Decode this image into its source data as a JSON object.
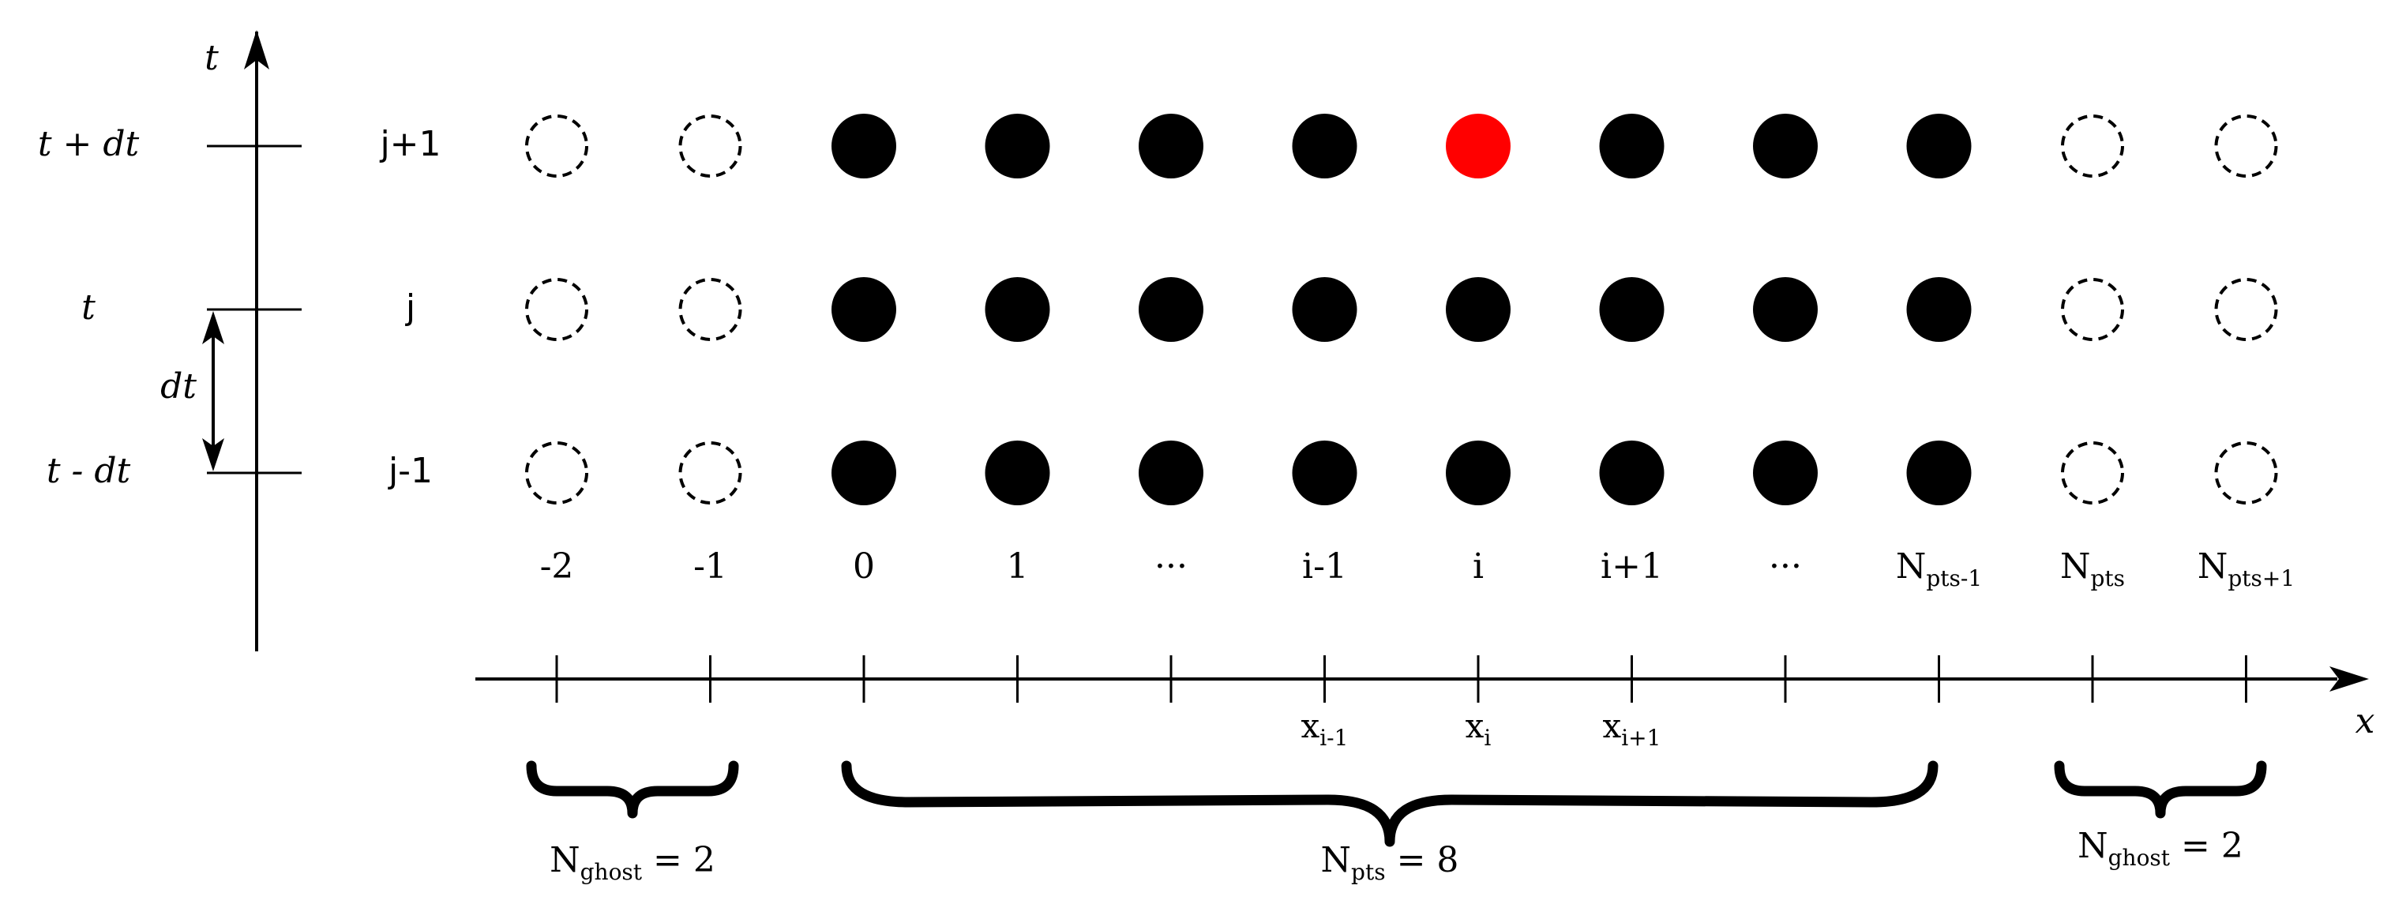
{
  "time_axis": {
    "label": "t",
    "levels": [
      {
        "time": "t + dt",
        "row": "j+1"
      },
      {
        "time": "t",
        "row": "j"
      },
      {
        "time": "t - dt",
        "row": "j-1"
      }
    ],
    "step_label": "dt"
  },
  "space_axis": {
    "label": "x"
  },
  "columns": [
    {
      "index": "-2",
      "kind": "ghost"
    },
    {
      "index": "-1",
      "kind": "ghost"
    },
    {
      "index": "0",
      "kind": "point"
    },
    {
      "index": "1",
      "kind": "point"
    },
    {
      "index": "···",
      "kind": "point"
    },
    {
      "index": "i-1",
      "kind": "point",
      "x_label": "x",
      "x_sub": "i-1"
    },
    {
      "index": "i",
      "kind": "point",
      "x_label": "x",
      "x_sub": "i"
    },
    {
      "index": "i+1",
      "kind": "point",
      "x_label": "x",
      "x_sub": "i+1"
    },
    {
      "index": "···",
      "kind": "point"
    },
    {
      "index_base": "N",
      "index_sub": "pts-1",
      "kind": "point"
    },
    {
      "index_base": "N",
      "index_sub": "pts",
      "kind": "ghost"
    },
    {
      "index_base": "N",
      "index_sub": "pts+1",
      "kind": "ghost"
    }
  ],
  "highlight": {
    "row": "j+1",
    "column": "i",
    "color": "#ff0000"
  },
  "colors": {
    "point": "#000000",
    "highlight": "#ff0000",
    "ghost_outline": "#000000"
  },
  "braces": [
    {
      "base": "N",
      "sub": "ghost",
      "rest": " = 2"
    },
    {
      "base": "N",
      "sub": "pts",
      "rest": " = 8"
    },
    {
      "base": "N",
      "sub": "ghost",
      "rest": " = 2"
    }
  ]
}
